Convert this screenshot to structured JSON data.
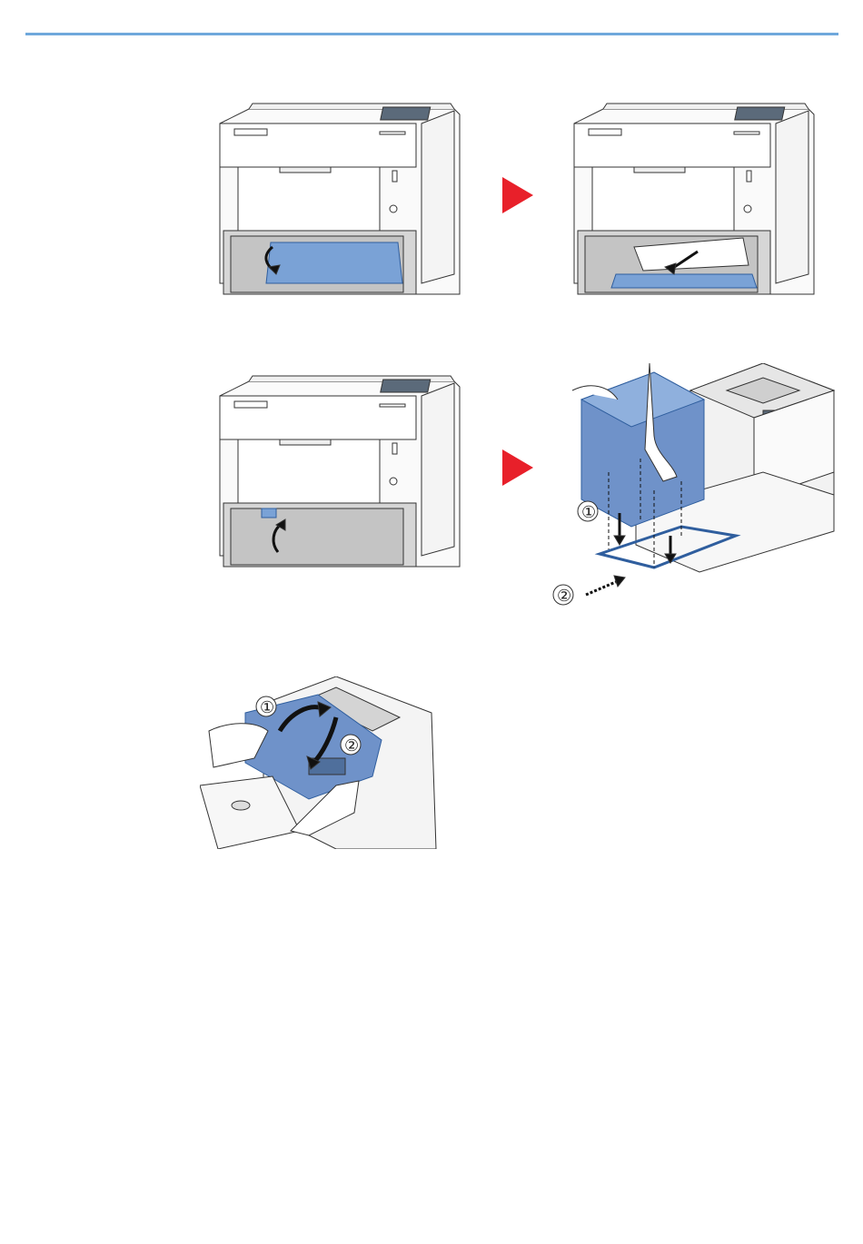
{
  "page": {
    "rule_color": "#6fa8dc",
    "arrow_color": "#e8202a",
    "highlight_color": "#5b86c8"
  },
  "steps": {
    "step4_labels": [
      "①",
      "②"
    ],
    "step5_labels": [
      "①",
      "②"
    ]
  },
  "icons": [
    "printer-illustration",
    "next-step-arrow",
    "hand-illustration",
    "curved-arrow-icon"
  ]
}
